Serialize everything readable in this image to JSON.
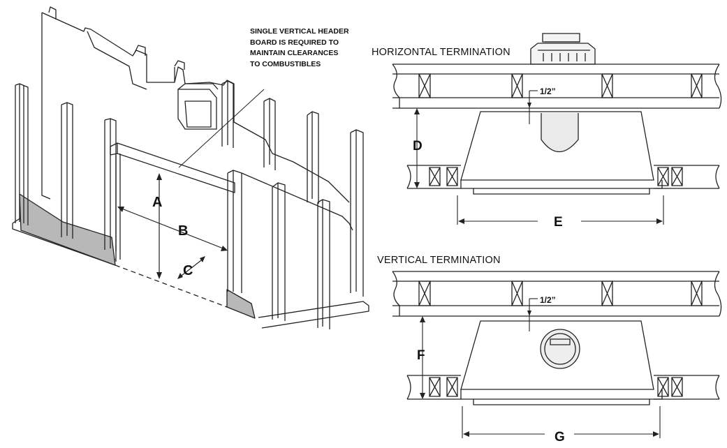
{
  "note": {
    "line1": "SINGLE VERTICAL HEADER",
    "line2": "BOARD IS REQUIRED TO",
    "line3": "MAINTAIN CLEARANCES",
    "line4": "TO COMBUSTIBLES"
  },
  "framing_labels": {
    "a": "A",
    "b": "B",
    "c": "C"
  },
  "horizontal": {
    "title": "HORIZONTAL TERMINATION",
    "gap": "1/2”",
    "height_label": "D",
    "width_label": "E"
  },
  "vertical": {
    "title": "VERTICAL TERMINATION",
    "gap": "1/2”",
    "height_label": "F",
    "width_label": "G"
  },
  "colors": {
    "line": "#222222",
    "shade": "#b8b8b8",
    "face": "#f4f4f4"
  }
}
